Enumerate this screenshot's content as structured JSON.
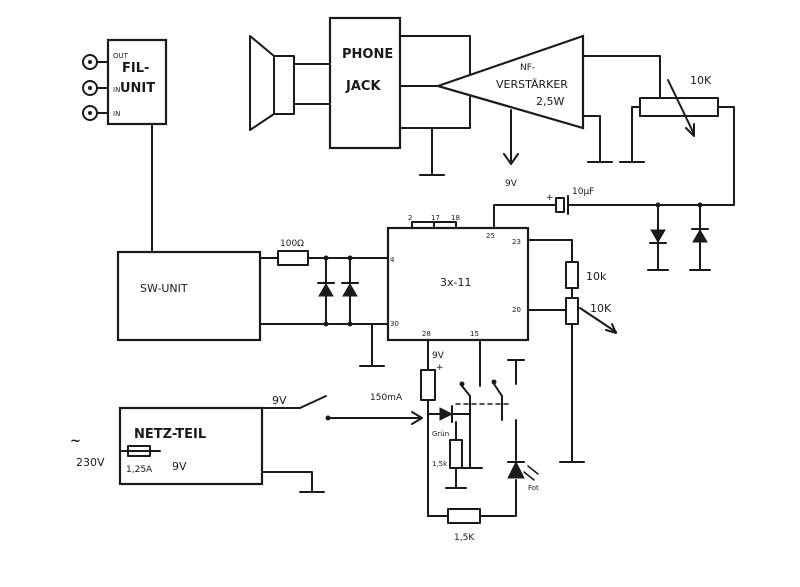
{
  "blocks": {
    "fil_unit": {
      "line1": "FIL-",
      "line2": "UNIT",
      "pins": [
        "OUT",
        "IN",
        "IN"
      ]
    },
    "phone_jack": {
      "line1": "PHONE",
      "line2": "JACK"
    },
    "amplifier": {
      "line1": "NF-",
      "line2": "VERSTÄRKER",
      "line3": "2,5W",
      "supply": "9V"
    },
    "sw_unit": {
      "label": "SW-UNIT"
    },
    "ic": {
      "label": "3x-11",
      "pins": [
        "2",
        "17",
        "18",
        "25",
        "23",
        "20",
        "30",
        "28",
        "15",
        "4"
      ]
    },
    "netzteil": {
      "label": "NETZ-TEIL",
      "fuse": "1,25A",
      "out": "9V",
      "mains": "230V",
      "out_terminal": "9V"
    }
  },
  "components": {
    "pot_top": "10K",
    "cap": "10µF",
    "res_100": "100Ω",
    "res_10k": "10k",
    "pot_10k": "10K",
    "fuse_150": "150mA",
    "supply_9v": "9V",
    "res_15": "1,5k",
    "res_bottom": "1,5K",
    "led_label": "Fot",
    "grun_label": "Grün"
  },
  "colors": {
    "ink": "#1a1a1a",
    "paper": "#ffffff"
  }
}
